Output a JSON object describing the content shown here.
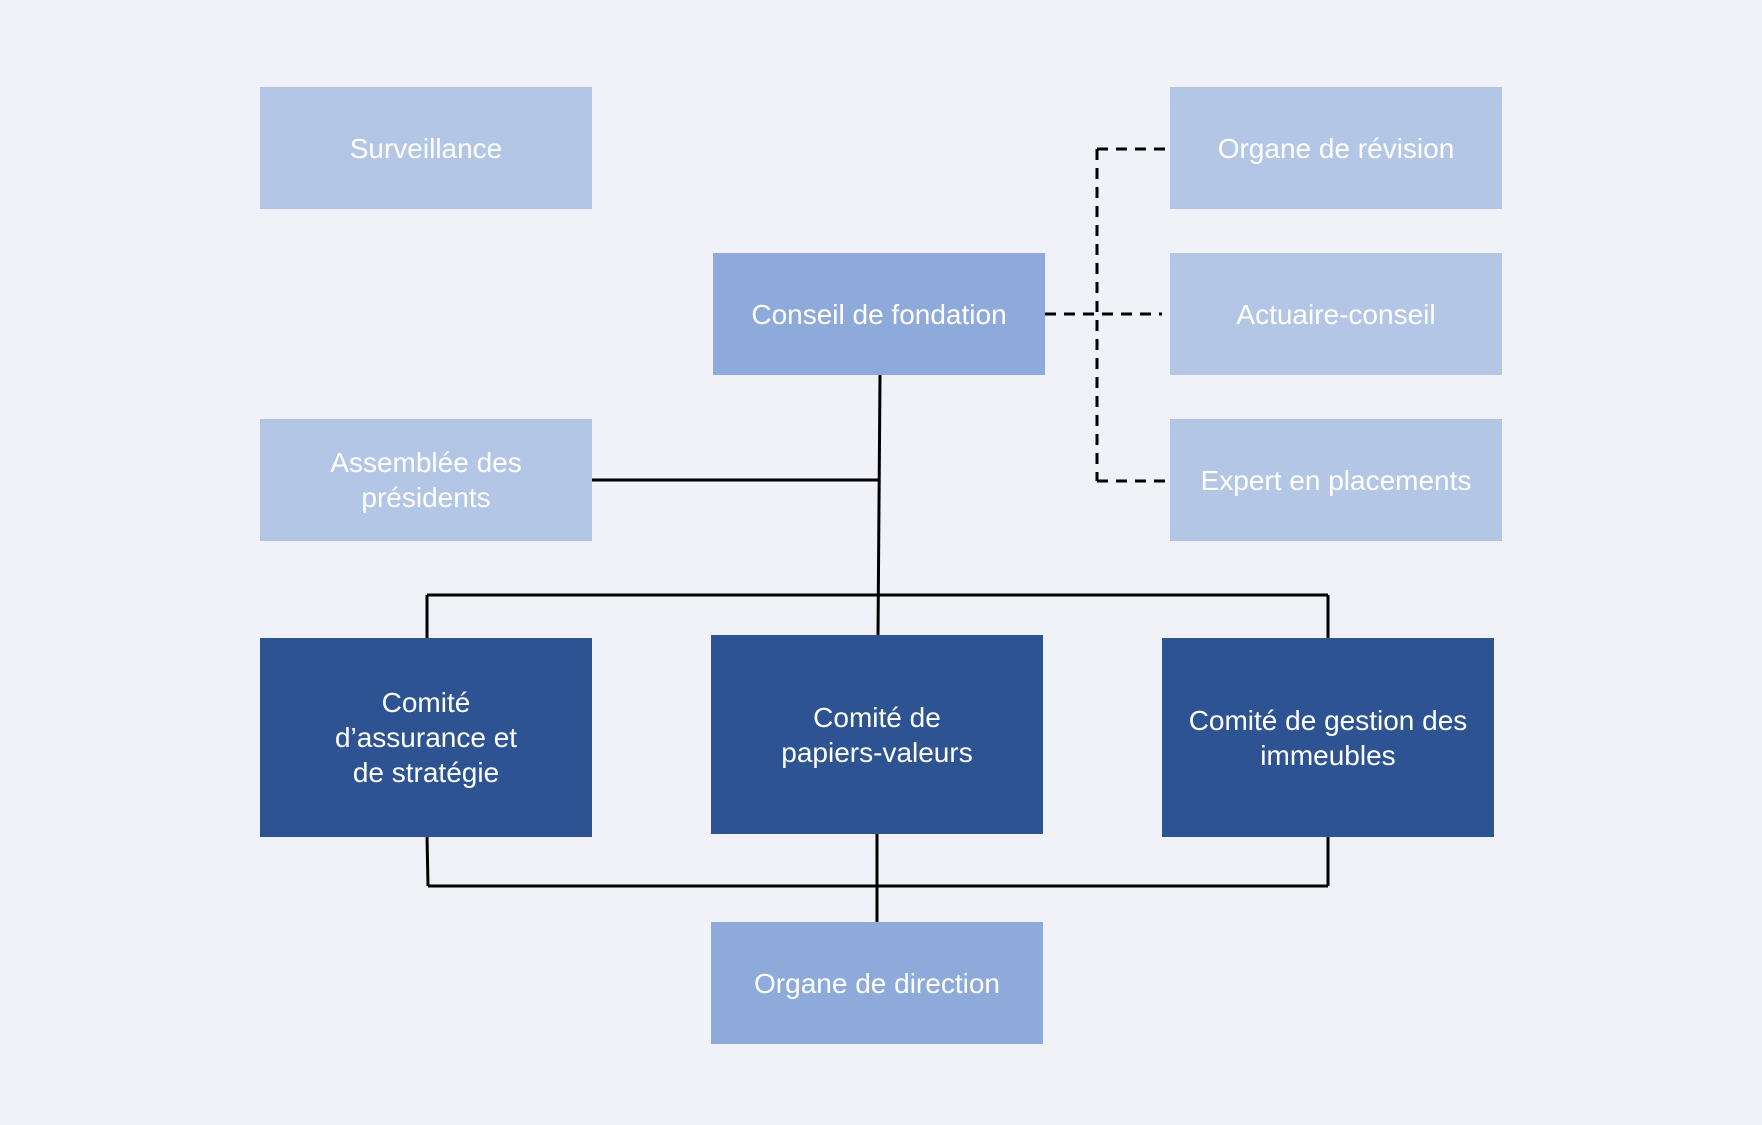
{
  "colors": {
    "background": "#f1f2f7",
    "box_light": "#b3c6e6",
    "box_medium": "#8eaadb",
    "box_dark": "#2e5393",
    "box_text": "#ffffff",
    "connector_line": "#000000"
  },
  "nodes": {
    "surveillance": "Surveillance",
    "conseil_de_fondation": "Conseil de fondation",
    "assemblee_des_presidents": "Assemblée des\nprésidents",
    "organe_de_revision": "Organe de révision",
    "actuaire_conseil": "Actuaire-conseil",
    "expert_en_placements": "Expert en placements",
    "comite_assurance_strategie": "Comité\nd’assurance et\nde stratégie",
    "comite_papiers_valeurs": "Comité de\npapiers-valeurs",
    "comite_gestion_immeubles": "Comité de gestion des\nimmeubles",
    "organe_de_direction": "Organe de direction"
  },
  "relationships": [
    {
      "from": "conseil_de_fondation",
      "to": "organe_de_revision",
      "style": "dashed"
    },
    {
      "from": "conseil_de_fondation",
      "to": "actuaire_conseil",
      "style": "dashed"
    },
    {
      "from": "conseil_de_fondation",
      "to": "expert_en_placements",
      "style": "dashed"
    },
    {
      "from": "conseil_de_fondation",
      "to": "assemblee_des_presidents",
      "style": "solid"
    },
    {
      "from": "conseil_de_fondation",
      "to": "comite_assurance_strategie",
      "style": "solid"
    },
    {
      "from": "conseil_de_fondation",
      "to": "comite_papiers_valeurs",
      "style": "solid"
    },
    {
      "from": "conseil_de_fondation",
      "to": "comite_gestion_immeubles",
      "style": "solid"
    },
    {
      "from": "comite_assurance_strategie",
      "to": "organe_de_direction",
      "style": "solid"
    },
    {
      "from": "comite_papiers_valeurs",
      "to": "organe_de_direction",
      "style": "solid"
    },
    {
      "from": "comite_gestion_immeubles",
      "to": "organe_de_direction",
      "style": "solid"
    }
  ]
}
